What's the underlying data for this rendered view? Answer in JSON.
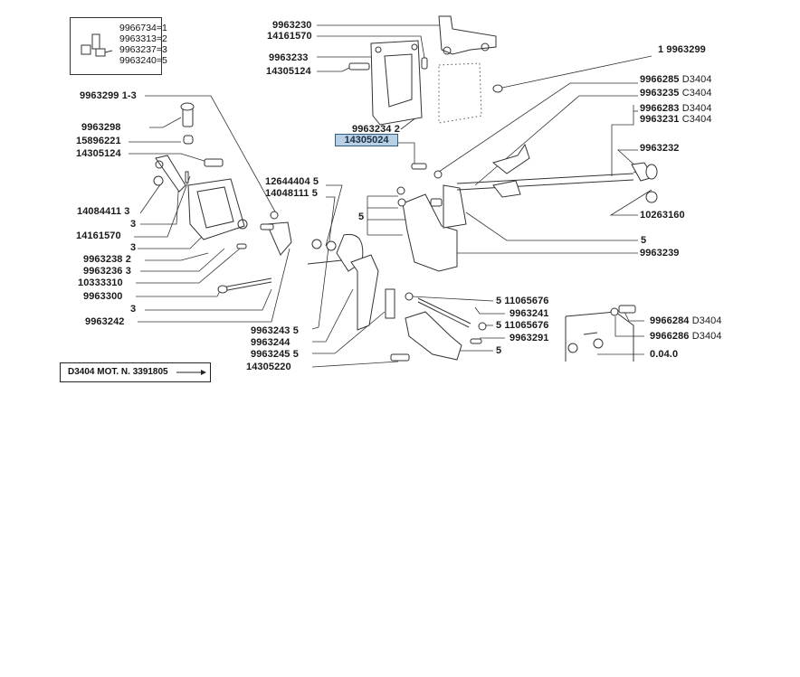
{
  "legend": {
    "rows": [
      "9966734=1",
      "9963313=2",
      "9963237=3",
      "9963240=5"
    ]
  },
  "labels": {
    "l_9963299_left": {
      "part": "9963299",
      "qty": "1-3"
    },
    "l_9963298": {
      "part": "9963298"
    },
    "l_15896221": {
      "part": "15896221"
    },
    "l_14305124_left": {
      "part": "14305124"
    },
    "l_14084411": {
      "part": "14084411",
      "qty": "3"
    },
    "l_q3a": {
      "qty": "3"
    },
    "l_14161570_left": {
      "part": "14161570"
    },
    "l_q3b": {
      "qty": "3"
    },
    "l_9963238": {
      "part": "9963238",
      "qty": "2"
    },
    "l_9963236": {
      "part": "9963236",
      "qty": "3"
    },
    "l_10333310": {
      "part": "10333310"
    },
    "l_9963300": {
      "part": "9963300"
    },
    "l_q3c": {
      "qty": "3"
    },
    "l_9963242": {
      "part": "9963242"
    },
    "l_9963230": {
      "part": "9963230"
    },
    "l_14161570_top": {
      "part": "14161570"
    },
    "l_9963233": {
      "part": "9963233"
    },
    "l_14305124_top": {
      "part": "14305124"
    },
    "l_9963234": {
      "part": "9963234",
      "qty": "2"
    },
    "l_14305024": {
      "part": "14305024"
    },
    "l_12644404": {
      "part": "12644404",
      "qty": "5"
    },
    "l_14048111": {
      "part": "14048111",
      "qty": "5"
    },
    "l_q5_mid": {
      "qty": "5"
    },
    "l_9963243": {
      "part": "9963243",
      "qty": "5"
    },
    "l_9963244": {
      "part": "9963244"
    },
    "l_9963245": {
      "part": "9963245",
      "qty": "5"
    },
    "l_14305220": {
      "part": "14305220"
    },
    "l_9963299_right": {
      "part": "9963299",
      "qty": "1"
    },
    "l_9966285": {
      "part": "9966285",
      "variant": "D3404"
    },
    "l_9963235": {
      "part": "9963235",
      "variant": "C3404"
    },
    "l_9966283": {
      "part": "9966283",
      "variant": "D3404"
    },
    "l_9963231": {
      "part": "9963231",
      "variant": "C3404"
    },
    "l_9963232": {
      "part": "9963232"
    },
    "l_10263160": {
      "part": "10263160"
    },
    "l_q5_right": {
      "qty": "5"
    },
    "l_9963239": {
      "part": "9963239"
    },
    "l_11065676_a": {
      "part": "11065676",
      "qty": "5"
    },
    "l_9963241": {
      "part": "9963241"
    },
    "l_11065676_b": {
      "part": "11065676",
      "qty": "5"
    },
    "l_9963291": {
      "part": "9963291"
    },
    "l_q5_bottom": {
      "qty": "5"
    },
    "l_9966284": {
      "part": "9966284",
      "variant": "D3404"
    },
    "l_9966286": {
      "part": "9966286",
      "variant": "D3404"
    },
    "l_0040": {
      "part": "0.04.0"
    }
  },
  "footer_note": {
    "text": "D3404  MOT. N. 3391805",
    "arrow": "→"
  },
  "colors": {
    "highlight_fill": "#b7d0e3",
    "highlight_border": "#2f5d82",
    "line": "#333333"
  }
}
